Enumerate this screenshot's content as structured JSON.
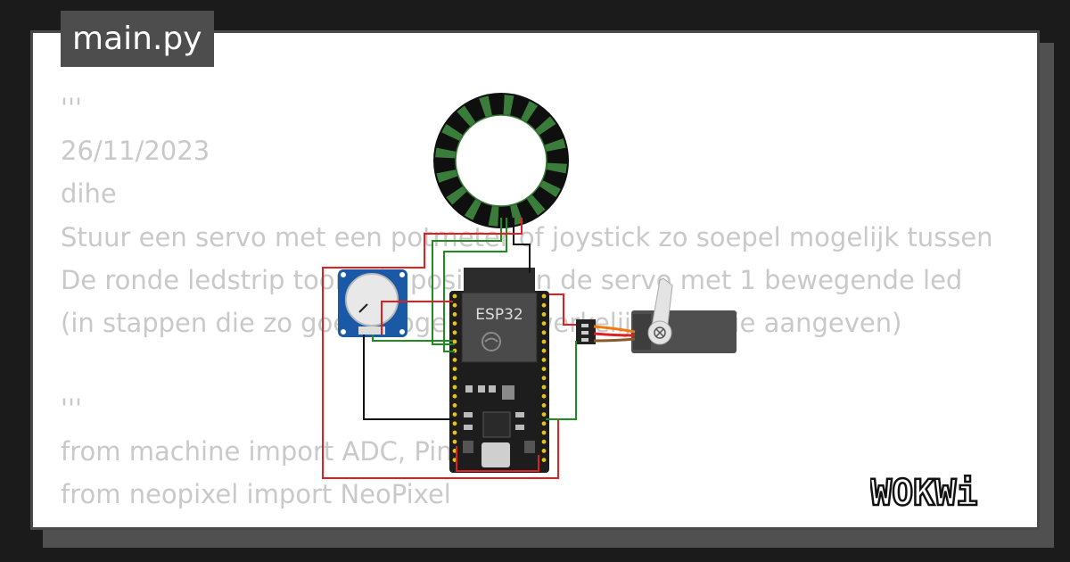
{
  "tab": {
    "filename": "main.py"
  },
  "code": {
    "lines": [
      "'''",
      "26/11/2023",
      "dihe",
      "Stuur een servo met een potmeter of joystick zo soepel mogelijk tussen",
      "De ronde ledstrip toont de positie van de servo met 1 bewegende led",
      "(in stappen die zo goed mogelijk de werkelijke positie aangeven)",
      "",
      "'''",
      "from machine import ADC, Pin, PWM",
      "from neopixel import NeoPixel"
    ]
  },
  "board": {
    "chip_label": "ESP32"
  },
  "brand": {
    "logo_text": "WOKWi"
  },
  "wires": {
    "red": "#e02020",
    "green": "#1e8c1e",
    "black": "#111111",
    "orange": "#f07a10"
  },
  "led_ring": {
    "led_count": 16,
    "led_color": "#3a7d3a"
  }
}
